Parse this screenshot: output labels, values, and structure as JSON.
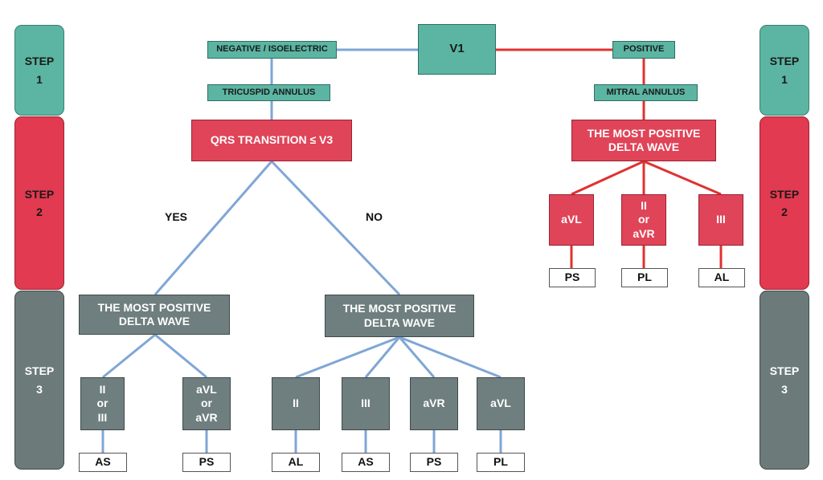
{
  "steps_left": [
    {
      "label": "STEP\n1"
    },
    {
      "label": "STEP\n2"
    },
    {
      "label": "STEP\n3"
    }
  ],
  "steps_right": [
    {
      "label": "STEP\n1"
    },
    {
      "label": "STEP\n2"
    },
    {
      "label": "STEP\n3"
    }
  ],
  "root": "V1",
  "left_branch": {
    "condition": "NEGATIVE / ISOELECTRIC",
    "annulus": "TRICUSPID ANNULUS",
    "question": "QRS TRANSITION ≤ V3",
    "yes_label": "YES",
    "no_label": "NO",
    "yes_node": "THE MOST POSITIVE DELTA WAVE",
    "no_node": "THE MOST POSITIVE DELTA WAVE",
    "yes_leads": [
      {
        "lead": "II\nor\nIII",
        "result": "AS"
      },
      {
        "lead": "aVL\nor\naVR",
        "result": "PS"
      }
    ],
    "no_leads": [
      {
        "lead": "II",
        "result": "AL"
      },
      {
        "lead": "III",
        "result": "AS"
      },
      {
        "lead": "aVR",
        "result": "PS"
      },
      {
        "lead": "aVL",
        "result": "PL"
      }
    ]
  },
  "right_branch": {
    "condition": "POSITIVE",
    "annulus": "MITRAL ANNULUS",
    "node": "THE MOST POSITIVE DELTA WAVE",
    "leads": [
      {
        "lead": "aVL",
        "result": "PS"
      },
      {
        "lead": "II\nor\naVR",
        "result": "PL"
      },
      {
        "lead": "III",
        "result": "AL"
      }
    ]
  },
  "colors": {
    "teal": "#5bb5a2",
    "red": "#e04458",
    "grey": "#6f7e7e",
    "blue_line": "#7fa6d6",
    "red_line": "#e0322f"
  }
}
